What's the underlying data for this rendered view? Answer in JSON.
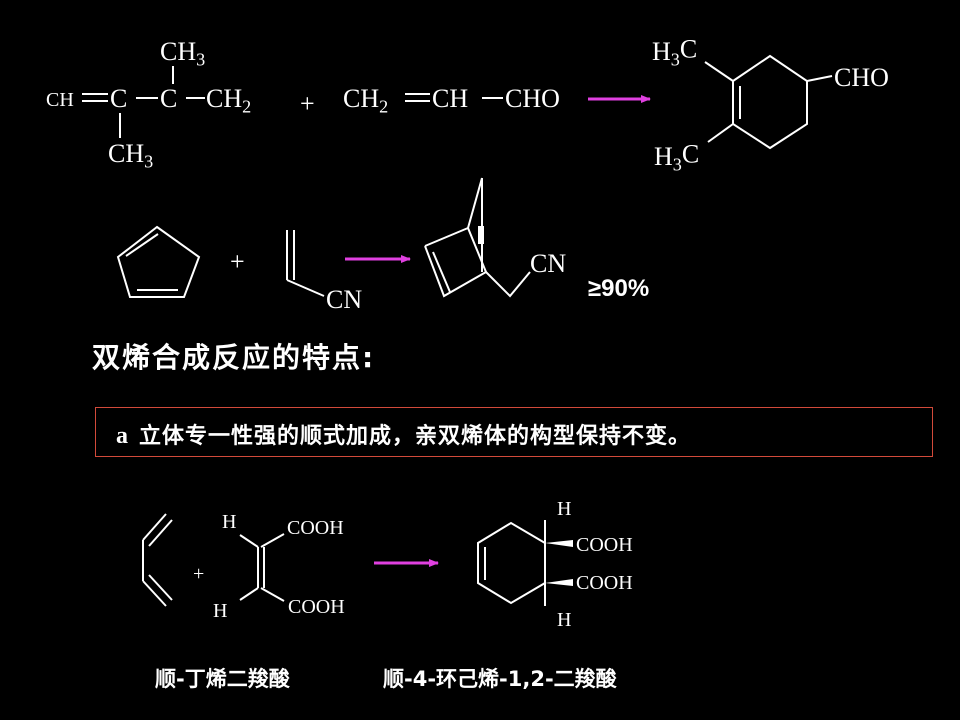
{
  "reaction1": {
    "diene_ch3_top": "CH3",
    "diene_ch": "CH",
    "diene_c1": "C",
    "diene_c2": "C",
    "diene_ch2": "CH2",
    "diene_ch3_bottom": "CH3",
    "plus": "+",
    "dienophile_ch2": "CH2",
    "dienophile_ch": "CH",
    "dienophile_cho": "CHO",
    "product_h3c_top": "H3C",
    "product_h3c_bottom": "H3C",
    "product_cho": "CHO"
  },
  "reaction2": {
    "plus": "+",
    "reagent_cn": "CN",
    "product_cn": "CN",
    "yield": "≥90%"
  },
  "heading": "双烯合成反应的特点:",
  "feature": {
    "letter": "a",
    "text": "立体专一性强的顺式加成，亲双烯体的构型保持不变。"
  },
  "reaction3": {
    "plus": "+",
    "h_top": "H",
    "h_bottom": "H",
    "cooh_top": "COOH",
    "cooh_bottom": "COOH",
    "product_h_top": "H",
    "product_h_bottom": "H",
    "product_cooh_top": "COOH",
    "product_cooh_bottom": "COOH"
  },
  "captions": {
    "left": "顺-丁烯二羧酸",
    "right": "顺-4-环己烯-1,2-二羧酸"
  },
  "colors": {
    "background": "#000000",
    "text": "#ffffff",
    "arrow": "#e040e0",
    "box_border": "#d24a3a"
  }
}
